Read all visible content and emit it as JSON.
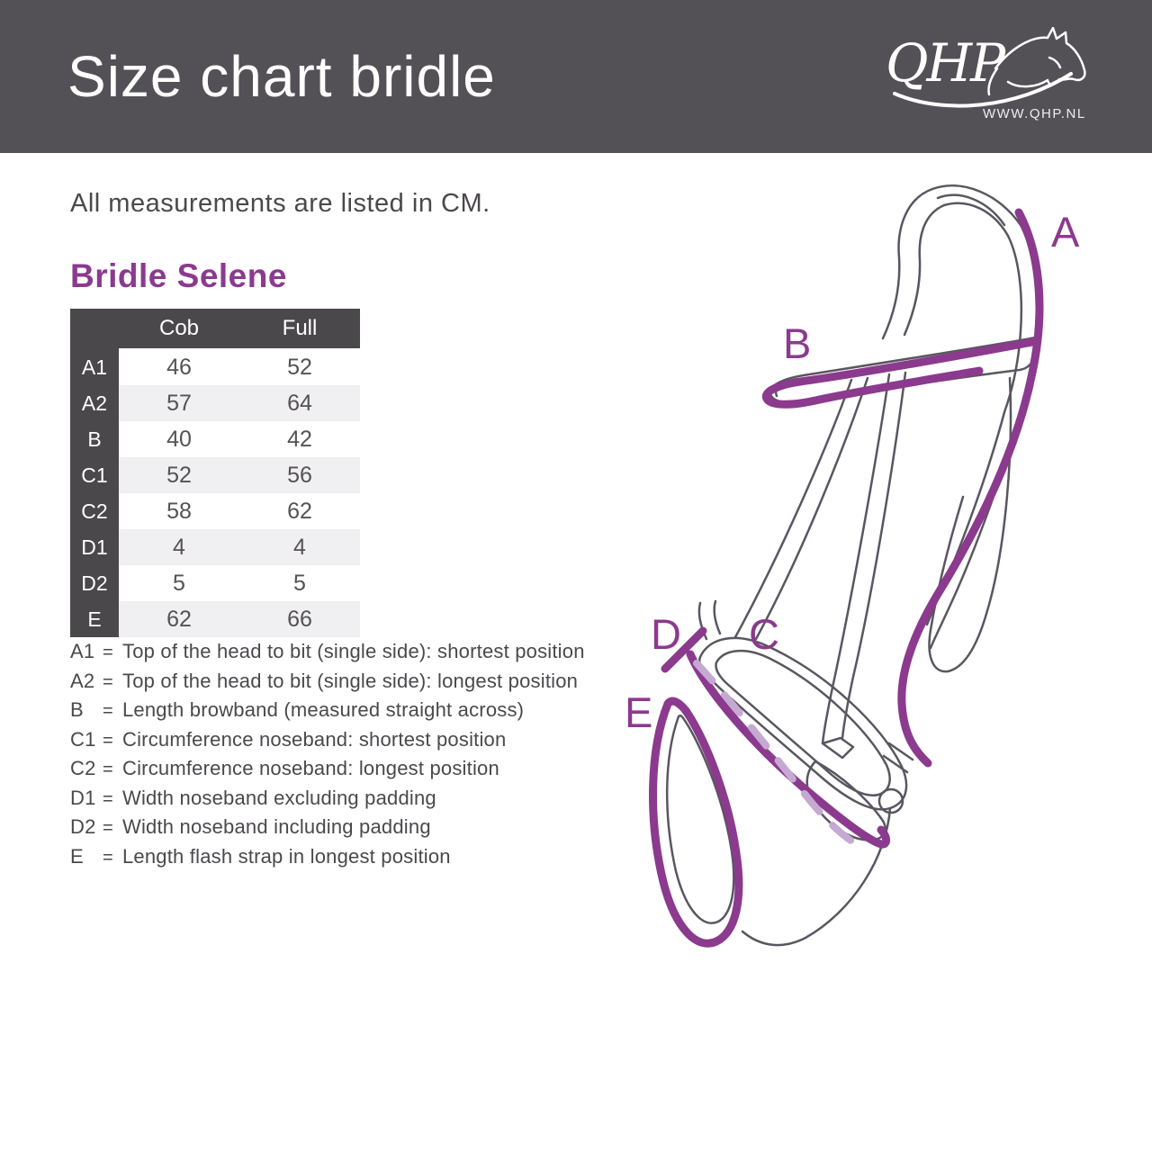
{
  "banner": {
    "title": "Size chart bridle",
    "brand": "QHP",
    "brand_url": "WWW.QHP.NL"
  },
  "intro": "All measurements are listed in CM.",
  "section_title": "Bridle Selene",
  "table": {
    "columns": [
      "Cob",
      "Full"
    ],
    "rows": [
      {
        "label": "A1",
        "values": [
          "46",
          "52"
        ]
      },
      {
        "label": "A2",
        "values": [
          "57",
          "64"
        ]
      },
      {
        "label": "B",
        "values": [
          "40",
          "42"
        ]
      },
      {
        "label": "C1",
        "values": [
          "52",
          "56"
        ]
      },
      {
        "label": "C2",
        "values": [
          "58",
          "62"
        ]
      },
      {
        "label": "D1",
        "values": [
          "4",
          "4"
        ]
      },
      {
        "label": "D2",
        "values": [
          "5",
          "5"
        ]
      },
      {
        "label": "E",
        "values": [
          "62",
          "66"
        ]
      }
    ]
  },
  "legend_eq": "=",
  "legend": [
    {
      "label": "A1",
      "text": "Top of the head to bit (single side): shortest position"
    },
    {
      "label": "A2",
      "text": "Top of the head to bit (single side): longest position"
    },
    {
      "label": "B",
      "text": "Length browband (measured straight across)"
    },
    {
      "label": "C1",
      "text": "Circumference noseband: shortest position"
    },
    {
      "label": "C2",
      "text": "Circumference noseband: longest position"
    },
    {
      "label": "D1",
      "text": "Width noseband excluding padding"
    },
    {
      "label": "D2",
      "text": "Width noseband including padding"
    },
    {
      "label": "E",
      "text": "Length flash strap in longest position"
    }
  ],
  "diagram_labels": {
    "a": "A",
    "b": "B",
    "c": "C",
    "d": "D",
    "e": "E"
  },
  "colors": {
    "banner_bg": "#545156",
    "table_dark": "#4b484c",
    "row_alt": "#f0eff1",
    "accent_purple": "#8b3a8e",
    "dash_lavender": "#c6a9d2",
    "line_gray": "#5a5660",
    "text_dark": "#4b484c"
  }
}
